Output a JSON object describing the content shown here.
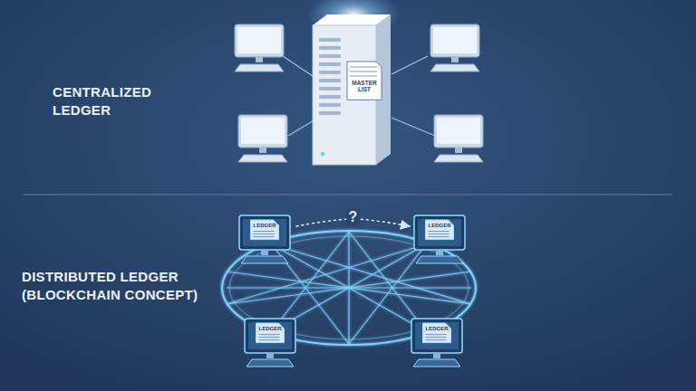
{
  "diagram": {
    "nodes": [
      {
        "text": [
          "MASTER LIST"
        ]
      },
      {
        "text": [
          "LEDGER"
        ]
      },
      {
        "text": [
          "LEDGER"
        ]
      },
      {
        "text": [
          "LEDGER"
        ]
      },
      {
        "text": [
          "LEDGER"
        ]
      }
    ],
    "edges": [
      {
        "from": 1,
        "to": 2,
        "arrow": "to",
        "label": "?"
      }
    ],
    "labels": [
      "CENTRALIZED LEDGER",
      "DISTRIBUTED LEDGER (BLOCKCHAIN CONCEPT)"
    ]
  }
}
